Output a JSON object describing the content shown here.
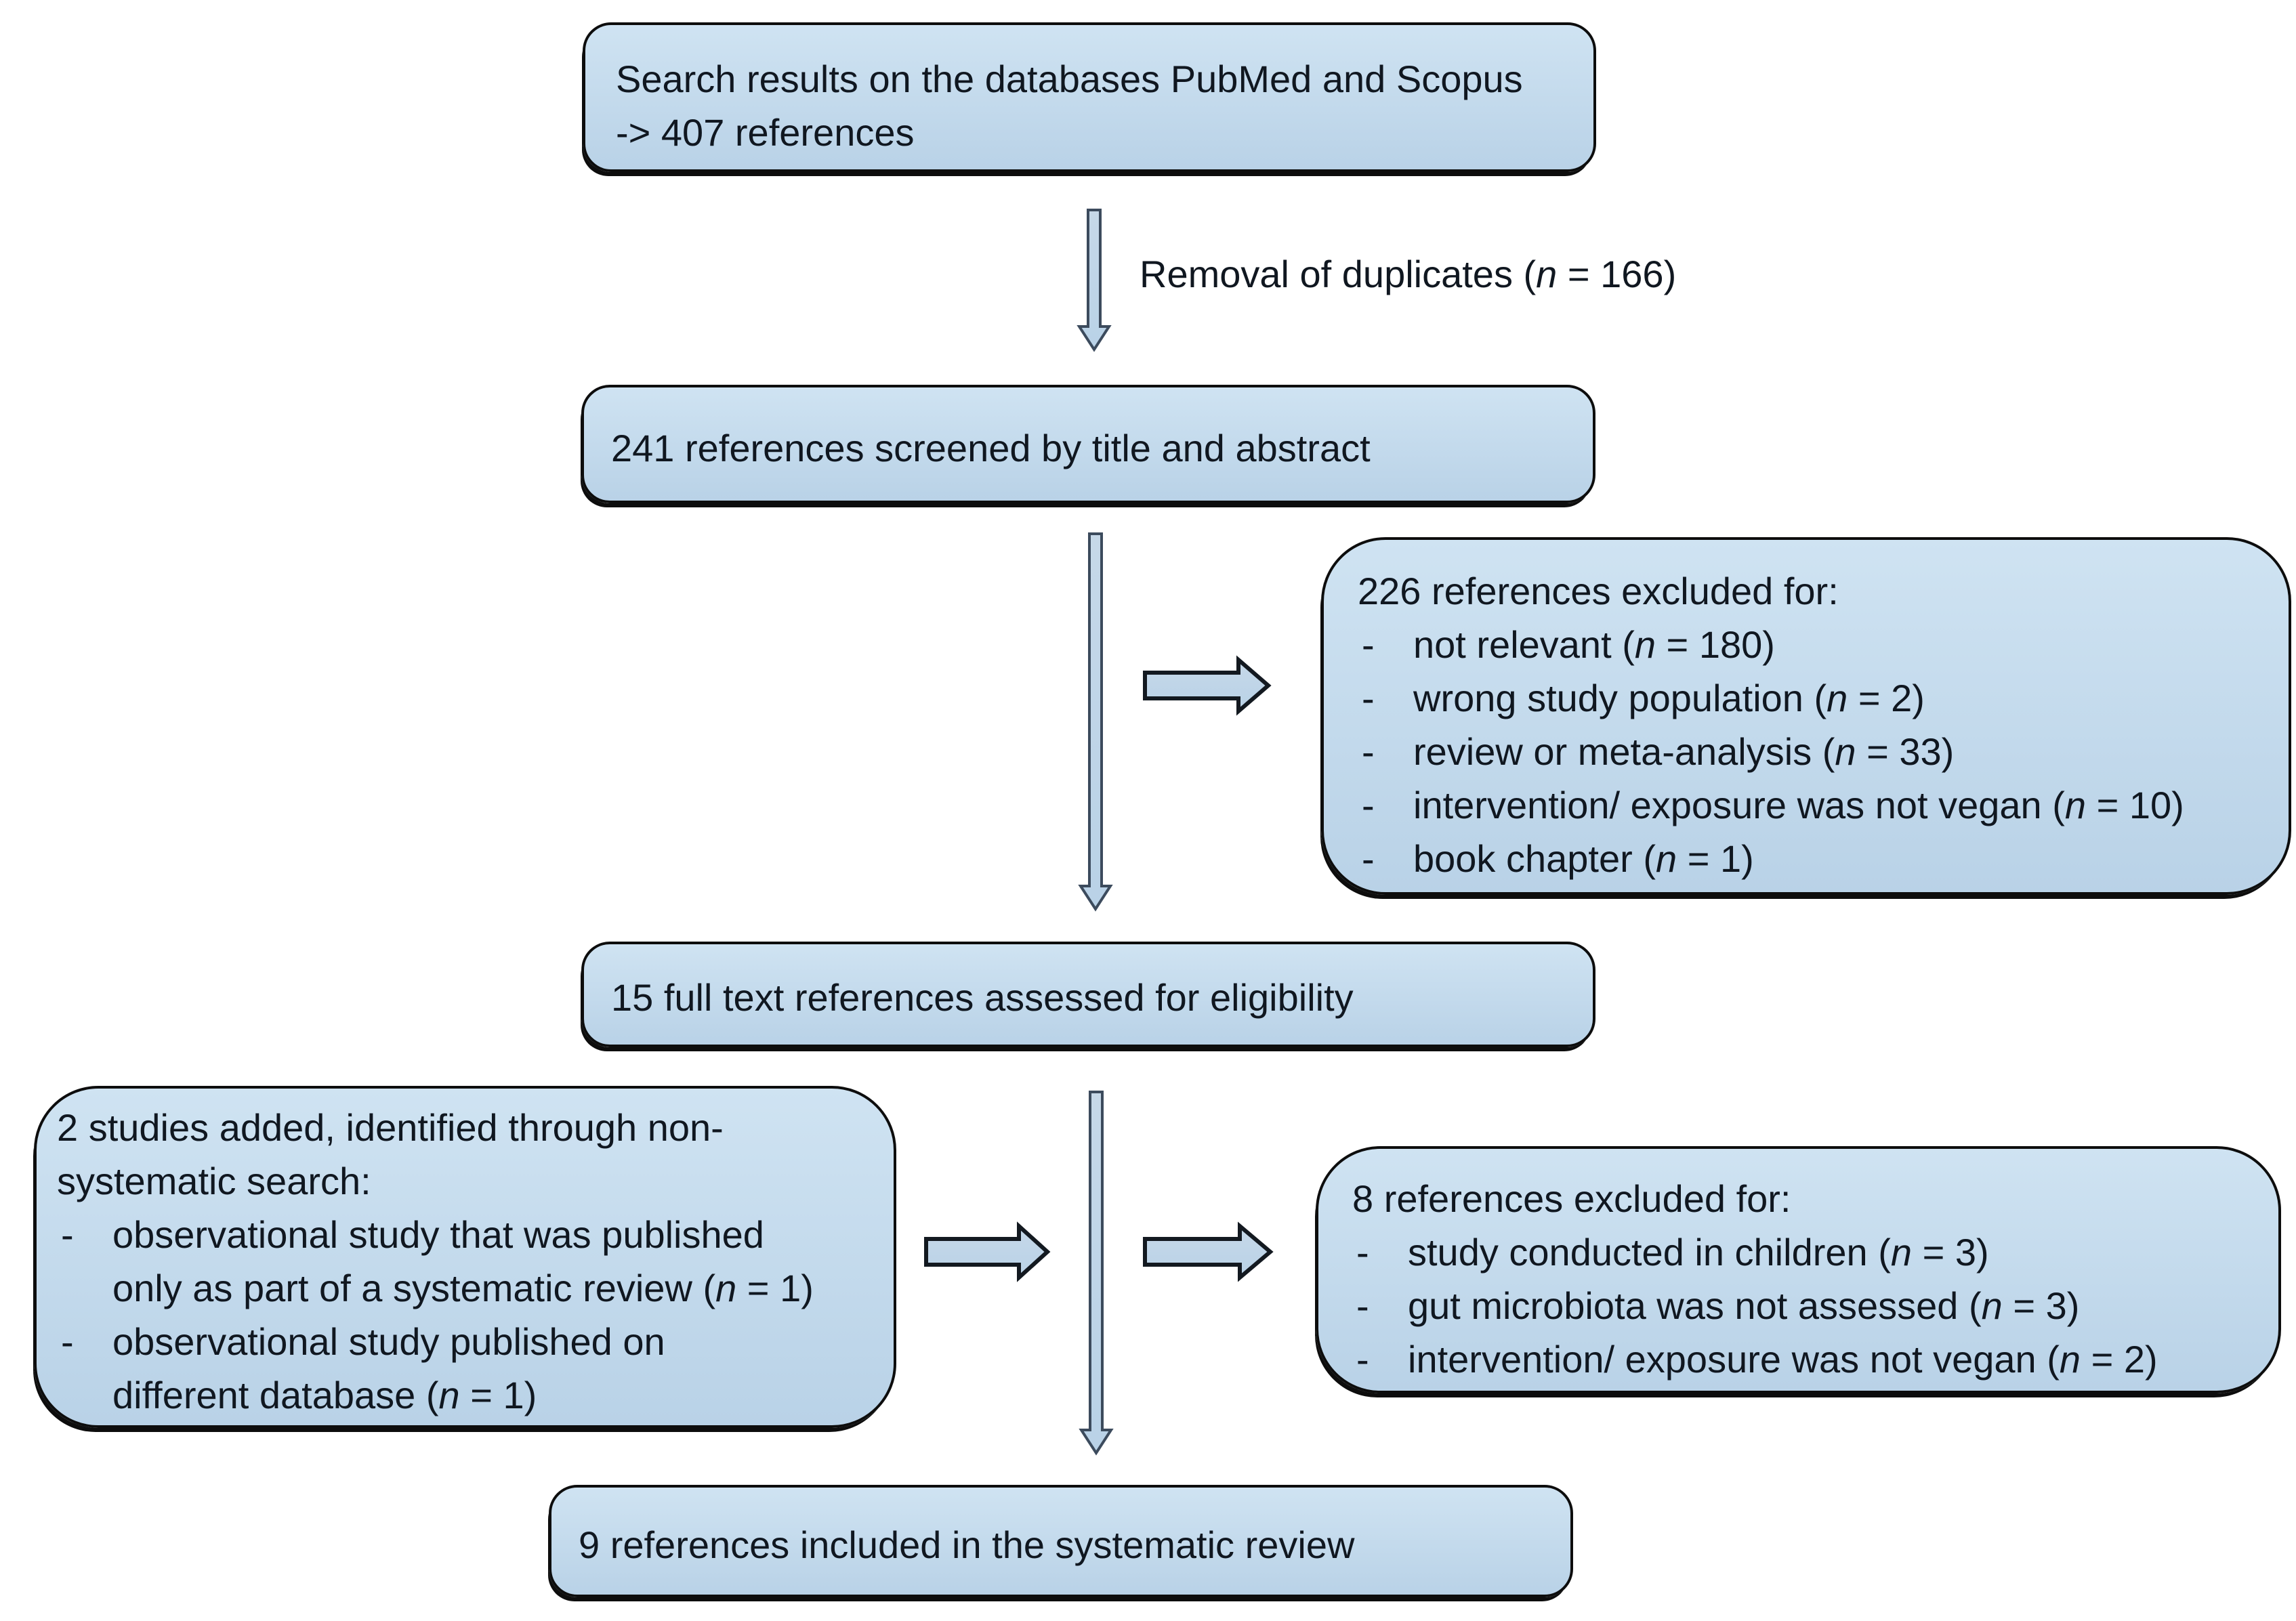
{
  "figure": {
    "type": "flow-diagram",
    "bullet": "-",
    "colors": {
      "page_bg": "#ffffff",
      "box_fill_top": "#cfe3f2",
      "box_fill_bottom": "#b9d2e7",
      "box_border": "#0d0d0d",
      "text": "#101720",
      "thin_arrow_outline": "#3c4b5d",
      "thin_arrow_fill": "#c6d8e8",
      "block_arrow_outline": "#131920",
      "block_arrow_fill": "#c6dcee"
    },
    "boxes": {
      "search": {
        "lines": [
          "Search results on the databases PubMed and Scopus",
          "-> 407 references"
        ]
      },
      "screened": {
        "text": "241 references screened by title and abstract"
      },
      "excluded_title_abstract": {
        "header": "226 references excluded for:",
        "items": [
          "not relevant (n = 180)",
          "wrong study population (n = 2)",
          "review or meta-analysis (n = 33)",
          "intervention/ exposure was not vegan (n = 10)",
          "book chapter (n = 1)"
        ]
      },
      "fulltext": {
        "text": "15 full text references assessed for eligibility"
      },
      "added": {
        "header_lines": [
          "2 studies added, identified through non-",
          "systematic search:"
        ],
        "items": [
          {
            "lines": [
              "observational study that was published",
              "only as part of a systematic review (n = 1)"
            ]
          },
          {
            "lines": [
              "observational study published on",
              "different database (n = 1)"
            ]
          }
        ]
      },
      "excluded_fulltext": {
        "header": "8 references excluded for:",
        "items": [
          "study conducted in children (n = 3)",
          "gut microbiota was not assessed (n = 3)",
          "intervention/ exposure was not vegan (n = 2)"
        ]
      },
      "included": {
        "text": "9 references included in the systematic review"
      }
    },
    "labels": {
      "removal_of_duplicates": "Removal of duplicates (n = 166)"
    }
  }
}
